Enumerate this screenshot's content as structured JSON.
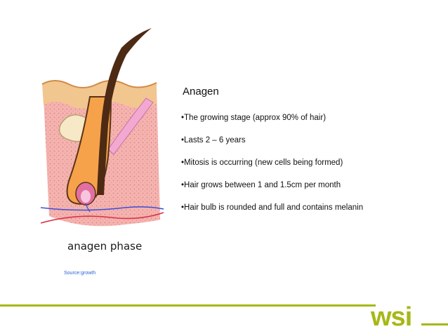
{
  "illustration": {
    "caption": "anagen phase"
  },
  "content": {
    "heading": "Anagen",
    "bullets": [
      "•The growing stage (approx 90% of hair)",
      "•Lasts 2 – 6 years",
      "•Mitosis is occurring (new cells being formed)",
      "•Hair grows between 1 and 1.5cm per month",
      "•Hair bulb is rounded and full and contains melanin"
    ]
  },
  "source": "Source:growth",
  "footer": {
    "logo_text": "wsi",
    "accent_color": "#a7b816"
  }
}
